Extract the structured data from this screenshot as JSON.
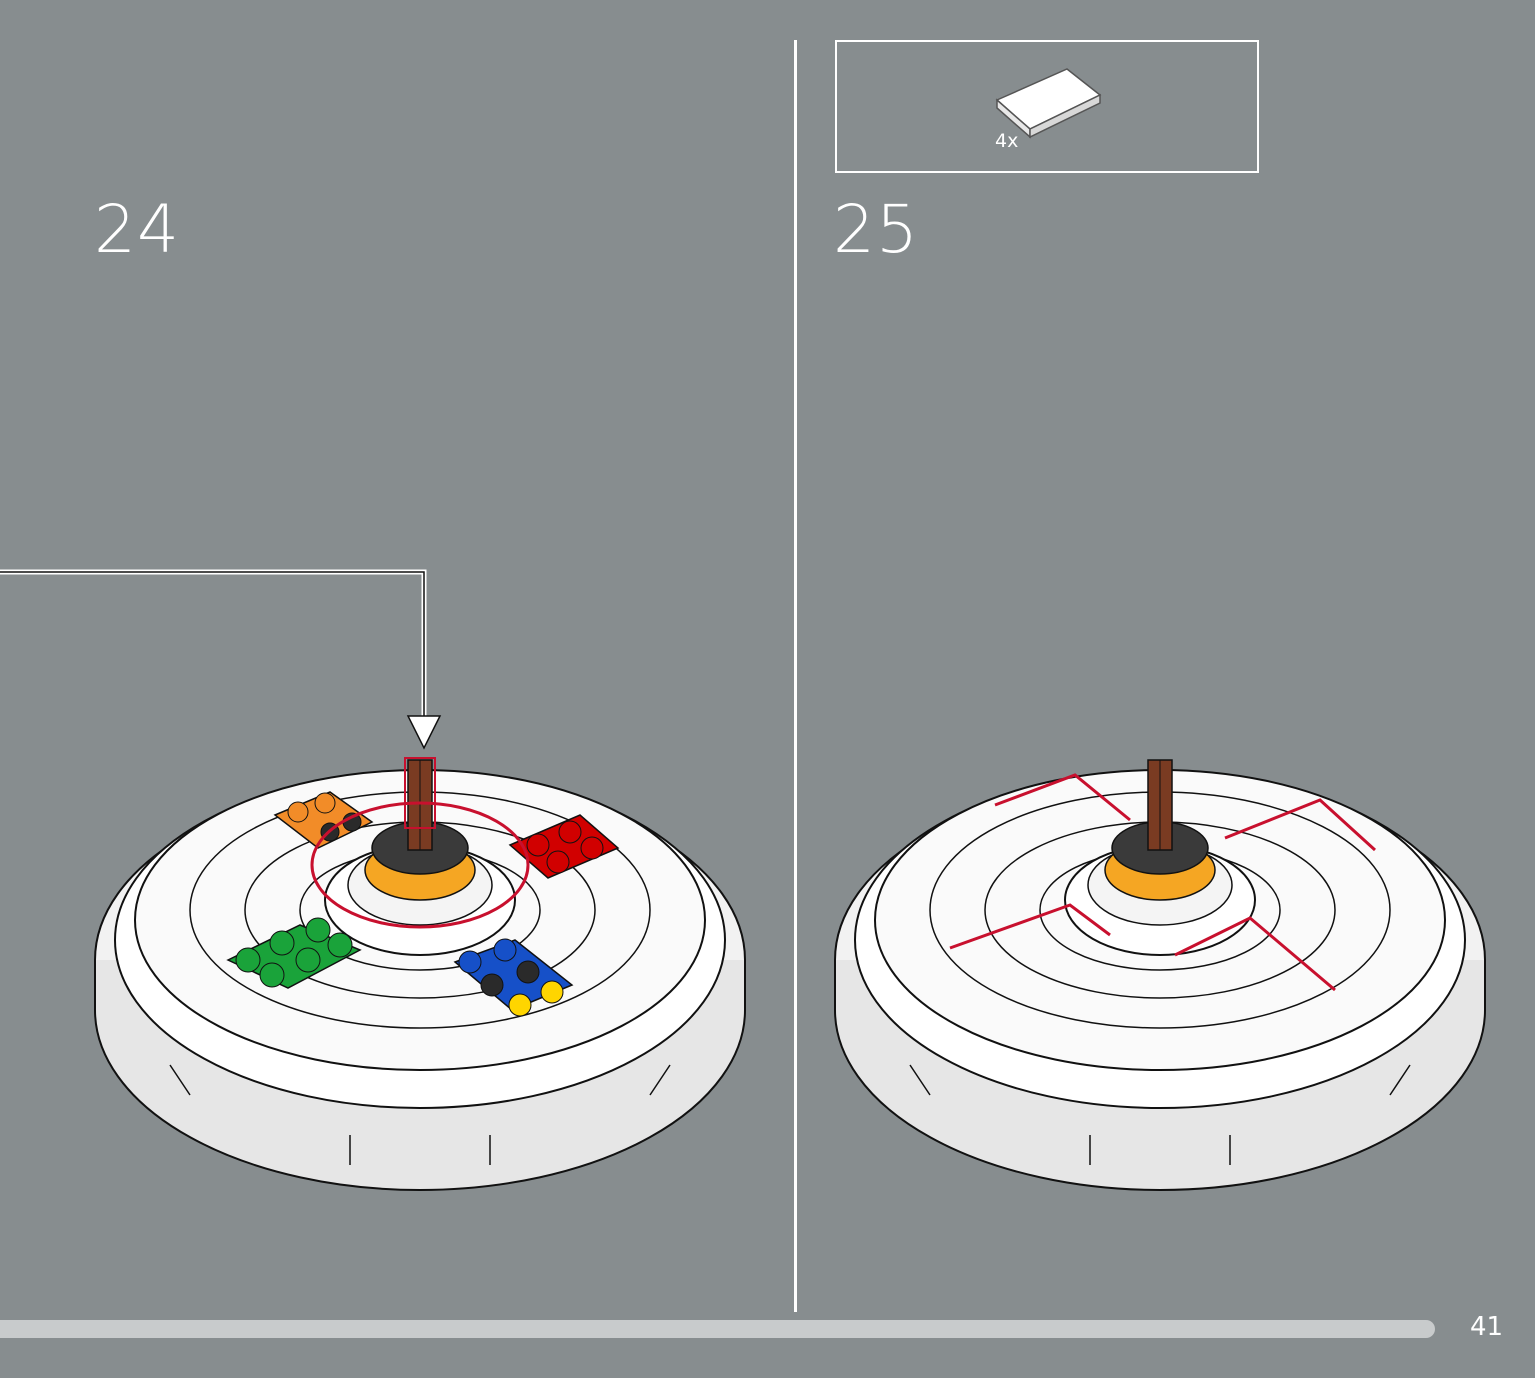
{
  "steps": [
    {
      "number": "24"
    },
    {
      "number": "25"
    }
  ],
  "parts_callout": {
    "quantity": "4x"
  },
  "page": {
    "number": "41"
  },
  "colors": {
    "background": "#878d8f",
    "line": "#ffffff",
    "highlight": "#c8102e",
    "brick_orange": "#f28c28",
    "brick_red": "#d10000",
    "brick_green": "#1aa33a",
    "brick_blue": "#1650c8",
    "brick_yellow": "#ffd500",
    "axle_brown": "#7a3b22",
    "ring_orange": "#f5a623"
  }
}
